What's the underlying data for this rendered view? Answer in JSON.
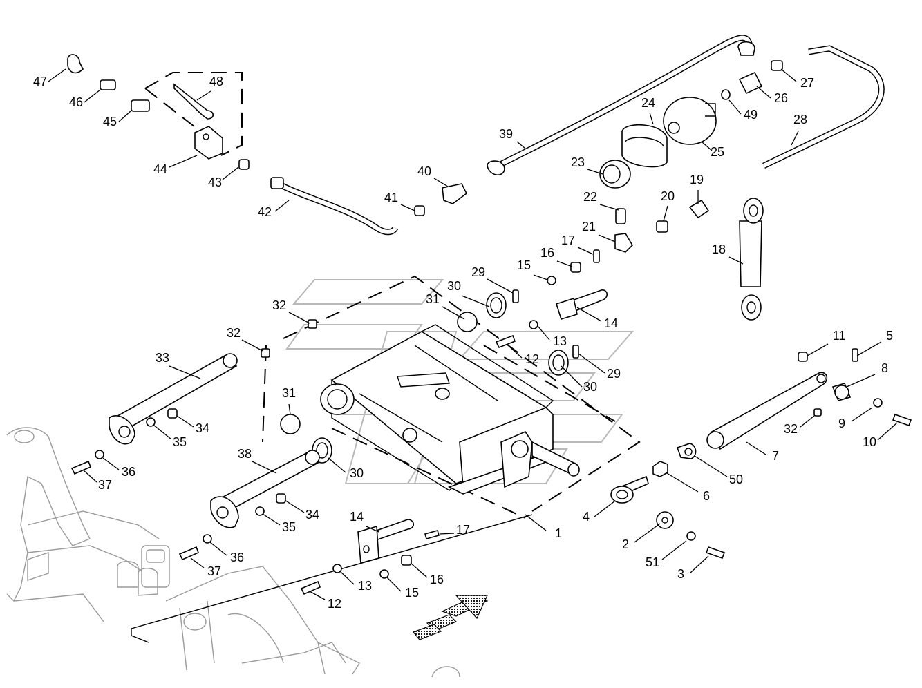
{
  "labels": [
    {
      "id": "p1",
      "text": "1"
    },
    {
      "id": "p2",
      "text": "2"
    },
    {
      "id": "p3",
      "text": "3"
    },
    {
      "id": "p4",
      "text": "4"
    },
    {
      "id": "p5",
      "text": "5"
    },
    {
      "id": "p6",
      "text": "6"
    },
    {
      "id": "p7",
      "text": "7"
    },
    {
      "id": "p8",
      "text": "8"
    },
    {
      "id": "p9",
      "text": "9"
    },
    {
      "id": "p10",
      "text": "10"
    },
    {
      "id": "p11",
      "text": "11"
    },
    {
      "id": "p12a",
      "text": "12"
    },
    {
      "id": "p12b",
      "text": "12"
    },
    {
      "id": "p13a",
      "text": "13"
    },
    {
      "id": "p13b",
      "text": "13"
    },
    {
      "id": "p14a",
      "text": "14"
    },
    {
      "id": "p14b",
      "text": "14"
    },
    {
      "id": "p15a",
      "text": "15"
    },
    {
      "id": "p15b",
      "text": "15"
    },
    {
      "id": "p16a",
      "text": "16"
    },
    {
      "id": "p16b",
      "text": "16"
    },
    {
      "id": "p17a",
      "text": "17"
    },
    {
      "id": "p17b",
      "text": "17"
    },
    {
      "id": "p18",
      "text": "18"
    },
    {
      "id": "p19",
      "text": "19"
    },
    {
      "id": "p20",
      "text": "20"
    },
    {
      "id": "p21",
      "text": "21"
    },
    {
      "id": "p22",
      "text": "22"
    },
    {
      "id": "p23",
      "text": "23"
    },
    {
      "id": "p24",
      "text": "24"
    },
    {
      "id": "p25",
      "text": "25"
    },
    {
      "id": "p26",
      "text": "26"
    },
    {
      "id": "p27",
      "text": "27"
    },
    {
      "id": "p28",
      "text": "28"
    },
    {
      "id": "p29a",
      "text": "29"
    },
    {
      "id": "p29b",
      "text": "29"
    },
    {
      "id": "p30a",
      "text": "30"
    },
    {
      "id": "p30b",
      "text": "30"
    },
    {
      "id": "p30c",
      "text": "30"
    },
    {
      "id": "p31a",
      "text": "31"
    },
    {
      "id": "p31b",
      "text": "31"
    },
    {
      "id": "p32a",
      "text": "32"
    },
    {
      "id": "p32b",
      "text": "32"
    },
    {
      "id": "p32c",
      "text": "32"
    },
    {
      "id": "p33",
      "text": "33"
    },
    {
      "id": "p34a",
      "text": "34"
    },
    {
      "id": "p34b",
      "text": "34"
    },
    {
      "id": "p35a",
      "text": "35"
    },
    {
      "id": "p35b",
      "text": "35"
    },
    {
      "id": "p36a",
      "text": "36"
    },
    {
      "id": "p36b",
      "text": "36"
    },
    {
      "id": "p37a",
      "text": "37"
    },
    {
      "id": "p37b",
      "text": "37"
    },
    {
      "id": "p38",
      "text": "38"
    },
    {
      "id": "p39",
      "text": "39"
    },
    {
      "id": "p40",
      "text": "40"
    },
    {
      "id": "p41",
      "text": "41"
    },
    {
      "id": "p42",
      "text": "42"
    },
    {
      "id": "p43",
      "text": "43"
    },
    {
      "id": "p44",
      "text": "44"
    },
    {
      "id": "p45",
      "text": "45"
    },
    {
      "id": "p46",
      "text": "46"
    },
    {
      "id": "p47",
      "text": "47"
    },
    {
      "id": "p48",
      "text": "48"
    },
    {
      "id": "p49",
      "text": "49"
    },
    {
      "id": "p50",
      "text": "50"
    },
    {
      "id": "p51",
      "text": "51"
    }
  ]
}
